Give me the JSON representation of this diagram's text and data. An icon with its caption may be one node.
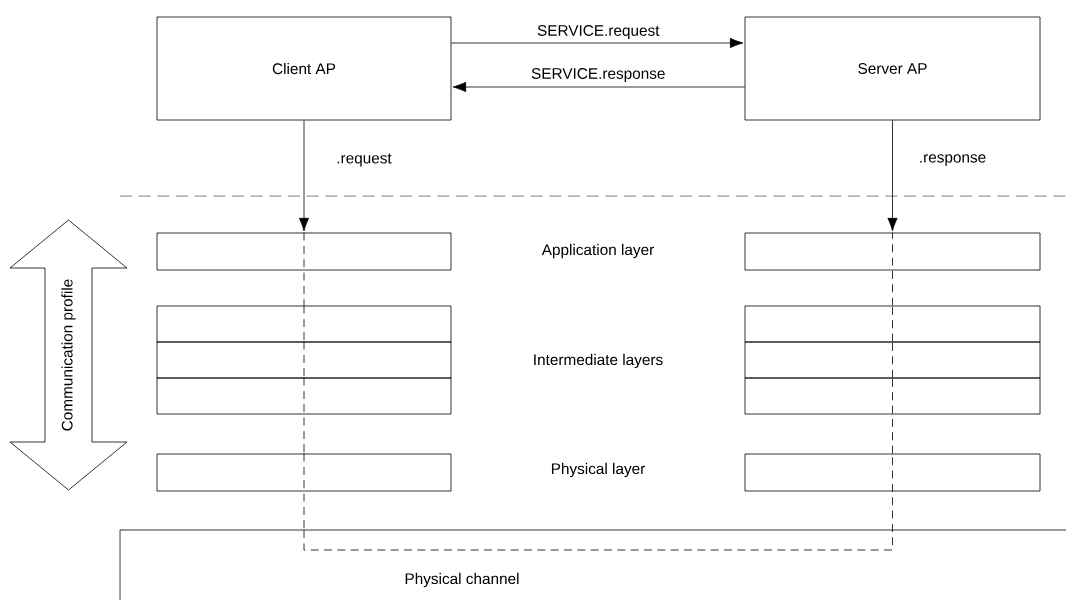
{
  "diagram": {
    "nodes": [
      {
        "text": [
          "Client AP"
        ]
      },
      {
        "text": [
          "Server AP"
        ]
      },
      {
        "text": [
          "Communication profile"
        ]
      },
      {
        "text": [],
        "shape": "box"
      },
      {
        "text": [],
        "shape": "box"
      },
      {
        "text": [],
        "shape": "box"
      },
      {
        "text": [],
        "shape": "box"
      },
      {
        "text": [],
        "shape": "box"
      },
      {
        "text": [],
        "shape": "box"
      },
      {
        "text": [],
        "shape": "box"
      },
      {
        "text": [],
        "shape": "box"
      },
      {
        "text": [],
        "shape": "box"
      },
      {
        "text": [],
        "shape": "box"
      },
      {
        "text": [
          "Physical channel"
        ]
      }
    ],
    "edges": [
      {
        "from": 0,
        "to": 1,
        "arrow": "to",
        "label": "SERVICE.request"
      },
      {
        "from": 1,
        "to": 0,
        "arrow": "to",
        "label": "SERVICE.response"
      },
      {
        "from": 0,
        "to": 3,
        "arrow": "to",
        "label": ".request"
      },
      {
        "from": 1,
        "to": 4,
        "arrow": "to",
        "label": ".response"
      },
      {
        "from": 3,
        "to": 5,
        "arrow": "none",
        "style": "dashed"
      },
      {
        "from": 5,
        "to": 7,
        "arrow": "none",
        "style": "dashed"
      },
      {
        "from": 7,
        "to": 9,
        "arrow": "none",
        "style": "dashed"
      },
      {
        "from": 9,
        "to": 11,
        "arrow": "none",
        "style": "dashed"
      },
      {
        "from": 11,
        "to": 13,
        "arrow": "none",
        "style": "dashed"
      },
      {
        "from": 13,
        "to": 12,
        "arrow": "none",
        "style": "dashed"
      },
      {
        "from": 12,
        "to": 10,
        "arrow": "none",
        "style": "dashed"
      },
      {
        "from": 10,
        "to": 8,
        "arrow": "none",
        "style": "dashed"
      },
      {
        "from": 8,
        "to": 6,
        "arrow": "none",
        "style": "dashed"
      },
      {
        "from": 6,
        "to": 4,
        "arrow": "none",
        "style": "dashed"
      }
    ],
    "labels": [
      "Application layer",
      "Intermediate layers",
      "Physical layer"
    ]
  }
}
